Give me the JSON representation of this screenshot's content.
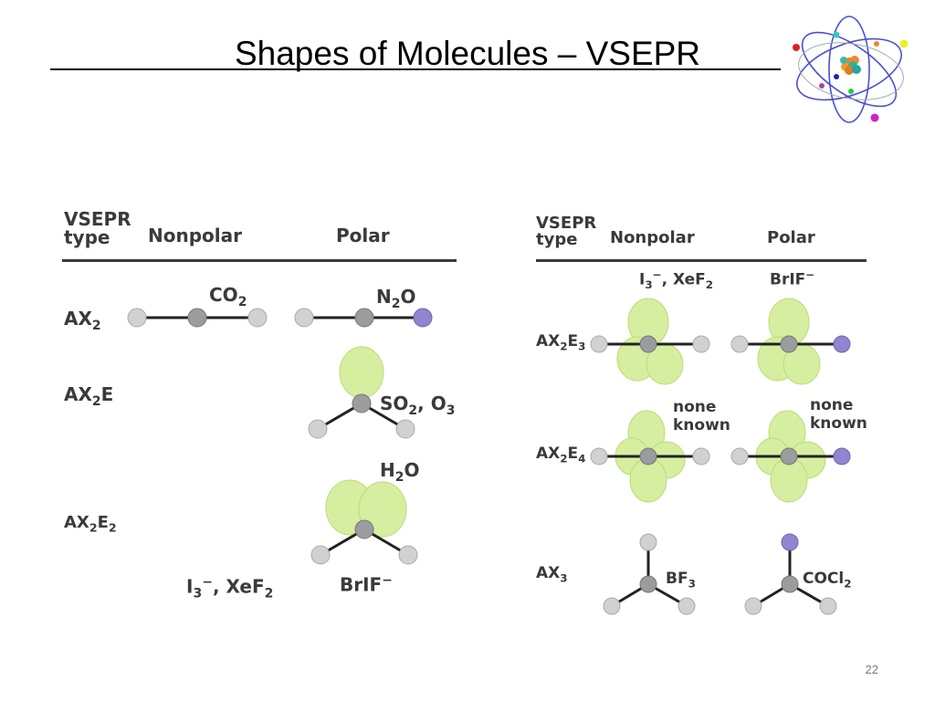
{
  "slide": {
    "title": "Shapes of Molecules – VSEPR",
    "page_number": "22"
  },
  "left_table": {
    "header": {
      "type_line1": "VSEPR",
      "type_line2": "type",
      "nonpolar": "Nonpolar",
      "polar": "Polar"
    },
    "rows": [
      {
        "type": "AX",
        "sub": "2",
        "tail": "",
        "tail_sub": ""
      },
      {
        "type": "AX",
        "sub": "2",
        "tail": "E",
        "tail_sub": ""
      },
      {
        "type": "AX",
        "sub": "2",
        "tail": "E",
        "tail_sub": "2"
      }
    ],
    "labels": {
      "co2": {
        "main": "CO",
        "sub": "2"
      },
      "n2o": {
        "a": "N",
        "sub": "2",
        "b": "O"
      },
      "so2_o3": {
        "a": "SO",
        "sub1": "2",
        "mid": ", O",
        "sub2": "3"
      },
      "h2o": {
        "a": "H",
        "sub": "2",
        "b": "O"
      },
      "i3_xef2": {
        "a": "I",
        "sub1": "3",
        "sup": "−",
        "mid": ", XeF",
        "sub2": "2"
      },
      "brif": {
        "a": "BrIF",
        "sup": "−"
      }
    }
  },
  "right_table": {
    "header": {
      "type_line1": "VSEPR",
      "type_line2": "type",
      "nonpolar": "Nonpolar",
      "polar": "Polar"
    },
    "rows": [
      {
        "type": "AX",
        "sub": "2",
        "tail": "E",
        "tail_sub": "3"
      },
      {
        "type": "AX",
        "sub": "2",
        "tail": "E",
        "tail_sub": "4"
      },
      {
        "type": "AX",
        "sub": "3",
        "tail": "",
        "tail_sub": ""
      }
    ],
    "labels": {
      "i3_xef2": {
        "a": "I",
        "sub1": "3",
        "sup": "−",
        "mid": ", XeF",
        "sub2": "2"
      },
      "brif": {
        "a": "BrIF",
        "sup": "−"
      },
      "none_known_1": {
        "l1": "none",
        "l2": "known"
      },
      "none_known_2": {
        "l1": "none",
        "l2": "known"
      },
      "bf3": {
        "a": "BF",
        "sub": "3"
      },
      "cocl2": {
        "a": "COCl",
        "sub": "2"
      }
    }
  },
  "colors": {
    "lobe": "#d6eea0",
    "lobe_edge": "#b9dc78",
    "atom_gray": "#9a9c9e",
    "atom_light": "#d2d3d4",
    "atom_purple": "#8f85d0",
    "bond": "#222222",
    "text": "#3a3a3a"
  }
}
